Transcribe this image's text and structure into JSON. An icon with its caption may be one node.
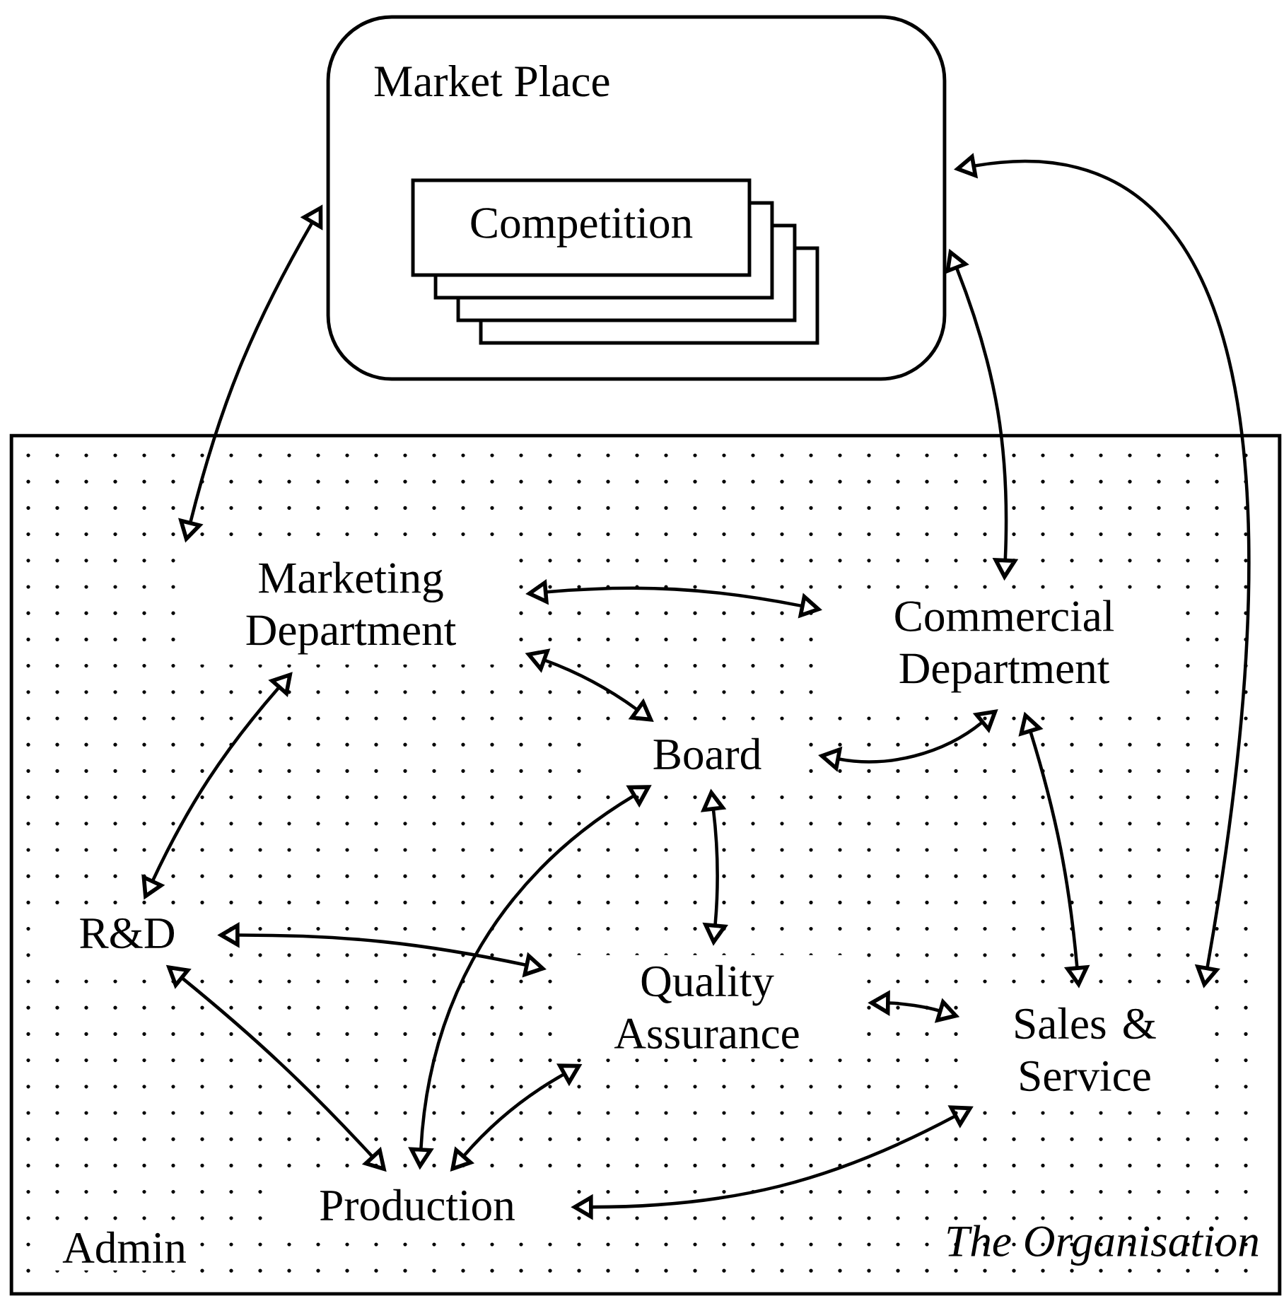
{
  "diagram": {
    "nodes": [
      {
        "text": [
          "Market Place"
        ]
      },
      {
        "text": [
          "Competition"
        ],
        "in": 0
      },
      {
        "text": [],
        "shape": "box",
        "in": 0
      },
      {
        "text": [],
        "shape": "box",
        "in": 0
      },
      {
        "text": [],
        "shape": "box",
        "in": 0
      },
      {
        "text": [
          "The Organisation"
        ]
      },
      {
        "text": [
          "Marketing Department"
        ],
        "in": 5
      },
      {
        "text": [
          "Commercial Department"
        ],
        "in": 5
      },
      {
        "text": [
          "Board"
        ],
        "in": 5
      },
      {
        "text": [
          "R&D"
        ],
        "in": 5
      },
      {
        "text": [
          "Quality Assurance"
        ],
        "in": 5
      },
      {
        "text": [
          "Sales & Service"
        ],
        "in": 5
      },
      {
        "text": [
          "Production"
        ],
        "in": 5
      }
    ],
    "edges": [
      {
        "from": 0,
        "to": 6,
        "arrow": "both"
      },
      {
        "from": 0,
        "to": 7,
        "arrow": "both"
      },
      {
        "from": 0,
        "to": 11,
        "arrow": "both"
      },
      {
        "from": 6,
        "to": 7,
        "arrow": "both"
      },
      {
        "from": 6,
        "to": 8,
        "arrow": "both"
      },
      {
        "from": 7,
        "to": 8,
        "arrow": "both"
      },
      {
        "from": 7,
        "to": 11,
        "arrow": "both"
      },
      {
        "from": 6,
        "to": 9,
        "arrow": "both"
      },
      {
        "from": 8,
        "to": 10,
        "arrow": "both"
      },
      {
        "from": 8,
        "to": 12,
        "arrow": "both"
      },
      {
        "from": 9,
        "to": 10,
        "arrow": "both"
      },
      {
        "from": 9,
        "to": 12,
        "arrow": "both"
      },
      {
        "from": 10,
        "to": 12,
        "arrow": "both"
      },
      {
        "from": 10,
        "to": 11,
        "arrow": "both"
      },
      {
        "from": 11,
        "to": 12,
        "arrow": "both"
      }
    ],
    "labels": [
      "Admin"
    ]
  }
}
